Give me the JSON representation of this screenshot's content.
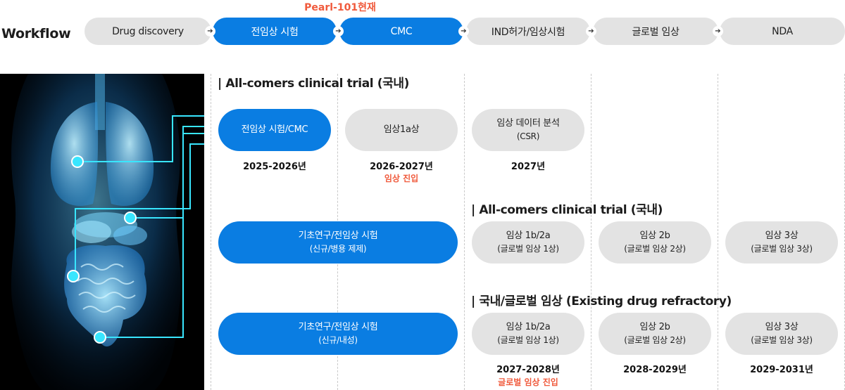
{
  "workflow": {
    "label": "Workflow",
    "current_badge": "Pearl-101현재",
    "steps": [
      "Drug discovery",
      "전임상 시험",
      "CMC",
      "IND허가/임상시험",
      "글로벌 임상",
      "NDA"
    ],
    "arrow_glyph": "➔"
  },
  "sections": {
    "s1_title": "| All-comers clinical trial (국내)",
    "s2_title": "| All-comers clinical trial (국내)",
    "s3_title": "| 국내/글로벌 임상 (Existing drug refractory)"
  },
  "row1": {
    "p1": "전임상 시험/CMC",
    "p2": "임상1a상",
    "p3_line1": "임상 데이터 분석",
    "p3_line2": "(CSR)",
    "y1": "2025-2026년",
    "y2": "2026-2027년",
    "y2_note": "임상 진입",
    "y3": "2027년"
  },
  "row2": {
    "left_line1": "기초연구/전임상 시험",
    "left_line2": "(신규/병용 제제)",
    "p1_line1": "임상 1b/2a",
    "p1_line2": "(글로벌 임상 1상)",
    "p2_line1": "임상 2b",
    "p2_line2": "(글로벌 임상 2상)",
    "p3_line1": "임상 3상",
    "p3_line2": "(글로벌 임상 3상)"
  },
  "row3": {
    "left_line1": "기초연구/전임상 시험",
    "left_line2": "(신규/내성)",
    "p1_line1": "임상 1b/2a",
    "p1_line2": "(글로벌 임상 1상)",
    "p2_line1": "임상 2b",
    "p2_line2": "(글로벌 임상 2상)",
    "p3_line1": "임상 3상",
    "p3_line2": "(글로벌 임상 3상)",
    "y1": "2027-2028년",
    "y1_note": "글로벌 임상 진입",
    "y2": "2028-2029년",
    "y3": "2029-2031년"
  },
  "colors": {
    "accent_blue": "#0a7de2",
    "pill_gray": "#e3e3e3",
    "highlight_red": "#f05a3c",
    "glow_cyan": "#39e6ff"
  },
  "icons": {
    "body_illustration": "human-anatomy-illustration",
    "step_arrow": "arrow-right-icon"
  }
}
